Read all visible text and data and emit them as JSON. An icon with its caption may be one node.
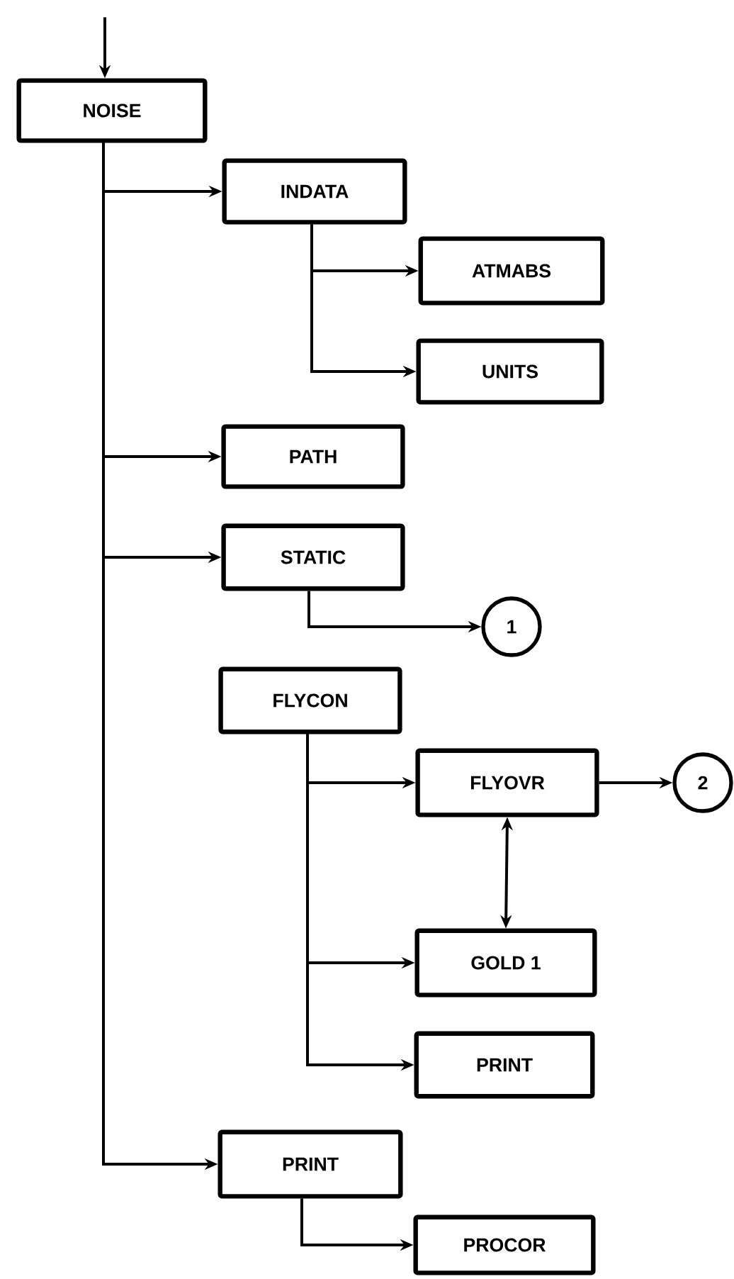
{
  "diagram": {
    "nodes": [
      {
        "text": [
          "NOISE"
        ]
      },
      {
        "text": [
          "INDATA"
        ]
      },
      {
        "text": [
          "ATMABS"
        ]
      },
      {
        "text": [
          "UNITS"
        ]
      },
      {
        "text": [
          "PATH"
        ]
      },
      {
        "text": [
          "STATIC"
        ]
      },
      {
        "text": [
          "1"
        ]
      },
      {
        "text": [
          "FLYCON"
        ]
      },
      {
        "text": [
          "FLYOVR"
        ]
      },
      {
        "text": [
          "2"
        ]
      },
      {
        "text": [
          "GOLD 1"
        ]
      },
      {
        "text": [
          "PRINT"
        ]
      },
      {
        "text": [
          "PRINT"
        ]
      },
      {
        "text": [
          "PROCOR"
        ]
      }
    ],
    "edges": [
      {
        "from": null,
        "to": 0,
        "arrow": "to"
      },
      {
        "from": 0,
        "to": 1,
        "arrow": "to"
      },
      {
        "from": 1,
        "to": 2,
        "arrow": "to"
      },
      {
        "from": 1,
        "to": 3,
        "arrow": "to"
      },
      {
        "from": 0,
        "to": 4,
        "arrow": "to"
      },
      {
        "from": 0,
        "to": 5,
        "arrow": "to"
      },
      {
        "from": 5,
        "to": 6,
        "arrow": "to"
      },
      {
        "from": 7,
        "to": 8,
        "arrow": "to"
      },
      {
        "from": 8,
        "to": 9,
        "arrow": "to"
      },
      {
        "from": 8,
        "to": 10,
        "arrow": "both"
      },
      {
        "from": 7,
        "to": 10,
        "arrow": "to"
      },
      {
        "from": 7,
        "to": 11,
        "arrow": "to"
      },
      {
        "from": 0,
        "to": 12,
        "arrow": "to"
      },
      {
        "from": 12,
        "to": 13,
        "arrow": "to"
      }
    ]
  }
}
